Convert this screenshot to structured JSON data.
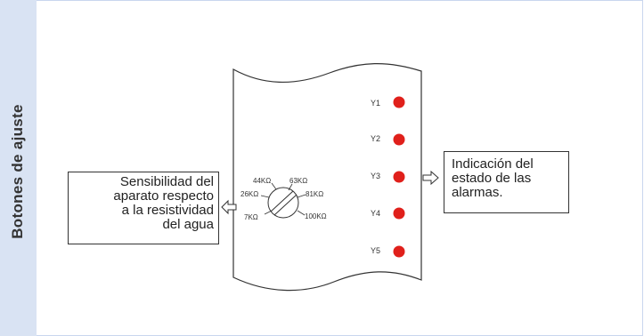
{
  "section": {
    "title": "Botones de ajuste"
  },
  "knob": {
    "labels": [
      "7KΩ",
      "26KΩ",
      "44KΩ",
      "63KΩ",
      "81KΩ",
      "100KΩ"
    ]
  },
  "leds": {
    "labels": [
      "Y1",
      "Y2",
      "Y3",
      "Y4",
      "Y5"
    ],
    "color": "#e0201b"
  },
  "callouts": {
    "sensitivity": {
      "lines": [
        "Sensibilidad del",
        "aparato respecto",
        "a la resistividad",
        "del agua"
      ]
    },
    "alarms": {
      "lines": [
        "Indicación del",
        "estado de las",
        "alarmas."
      ]
    }
  },
  "colors": {
    "sidebar": "#d9e3f3",
    "frame_border": "#c9d6ee",
    "line": "#333333"
  }
}
